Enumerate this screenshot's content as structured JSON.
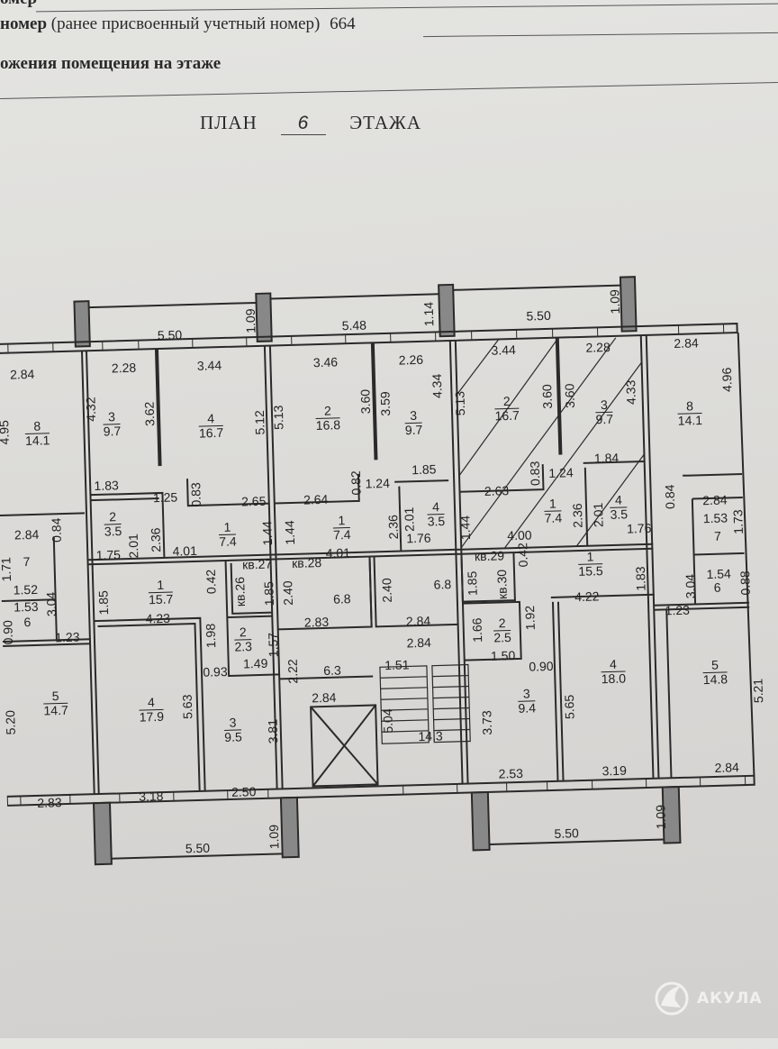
{
  "header": {
    "line0": "омер",
    "line1_label_bold": "номер",
    "line1_label": "(ранее присвоенный учетный номер)",
    "line1_value": "664",
    "line2_label": "ожения помещения на  этаже",
    "plan_prefix": "ПЛАН",
    "floor_number": "6",
    "plan_suffix": "ЭТАЖА"
  },
  "rooms": [
    {
      "number": "8",
      "area": "14.1"
    },
    {
      "number": "3",
      "area": "9.7"
    },
    {
      "number": "4",
      "area": "16.7"
    },
    {
      "number": "2",
      "area": "16.8"
    },
    {
      "number": "3",
      "area": "9.7"
    },
    {
      "number": "2",
      "area": "16.7"
    },
    {
      "number": "3",
      "area": "9.7"
    },
    {
      "number": "8",
      "area": "14.1"
    },
    {
      "number": "2",
      "area": "3.5"
    },
    {
      "number": "1",
      "area": "7.4"
    },
    {
      "number": "1",
      "area": "7.4"
    },
    {
      "number": "4",
      "area": "3.5"
    },
    {
      "number": "1",
      "area": "7.4"
    },
    {
      "number": "4",
      "area": "3.5"
    },
    {
      "number": "1",
      "area": "15.7"
    },
    {
      "number": "2",
      "area": "2.3"
    },
    {
      "number": "1",
      "area": "15.5"
    },
    {
      "number": "2",
      "area": "2.5"
    },
    {
      "number": "5",
      "area": "14.7"
    },
    {
      "number": "4",
      "area": "17.9"
    },
    {
      "number": "3",
      "area": "9.5"
    },
    {
      "number": "3",
      "area": "9.4"
    },
    {
      "number": "4",
      "area": "18.0"
    },
    {
      "number": "5",
      "area": "14.8"
    }
  ],
  "areas_unnumbered": [
    "6.8",
    "6.8",
    "6.3",
    "14.3"
  ],
  "room_numbers_small": [
    "7",
    "6",
    "7",
    "6"
  ],
  "apartment_labels": [
    "кв.26",
    "кв.27",
    "кв.28",
    "кв.29",
    "кв.30"
  ],
  "dimensions": [
    "5.50",
    "1.09",
    "5.48",
    "1.14",
    "5.50",
    "1.09",
    "2.84",
    "2.28",
    "3.44",
    "3.46",
    "2.26",
    "3.44",
    "2.28",
    "2.84",
    "4.95",
    "4.32",
    "3.62",
    "5.12",
    "5.13",
    "3.60",
    "3.59",
    "4.34",
    "5.13",
    "3.60",
    "3.60",
    "4.33",
    "4.96",
    "1.83",
    "1.25",
    "0.83",
    "2.65",
    "2.64",
    "0.82",
    "1.24",
    "1.85",
    "2.63",
    "0.83",
    "1.24",
    "1.84",
    "0.84",
    "2.84",
    "2.84",
    "0.84",
    "2.01",
    "2.36",
    "1.75",
    "4.01",
    "1.44",
    "1.44",
    "4.01",
    "2.36",
    "2.01",
    "1.76",
    "1.44",
    "4.00",
    "2.36",
    "2.01",
    "1.76",
    "1.53",
    "1.73",
    "1.71",
    "1.52",
    "3.04",
    "1.53",
    "0.90",
    "1.23",
    "3.04",
    "1.54",
    "0.88",
    "1.23",
    "1.85",
    "4.23",
    "0.42",
    "1.85",
    "2.40",
    "2.40",
    "2.83",
    "2.84",
    "1.98",
    "1.57",
    "1.49",
    "0.93",
    "2.22",
    "2.84",
    "1.51",
    "2.84",
    "5.04",
    "1.85",
    "0.42",
    "1.83",
    "4.22",
    "1.66",
    "1.92",
    "1.50",
    "0.90",
    "3.73",
    "5.65",
    "5.21",
    "2.53",
    "3.19",
    "2.84",
    "5.20",
    "5.63",
    "3.81",
    "2.83",
    "3.18",
    "2.50",
    "5.50",
    "1.09",
    "5.50",
    "1.09"
  ],
  "watermark": {
    "text": "АКУЛА",
    "icon": "shark-logo-icon"
  }
}
